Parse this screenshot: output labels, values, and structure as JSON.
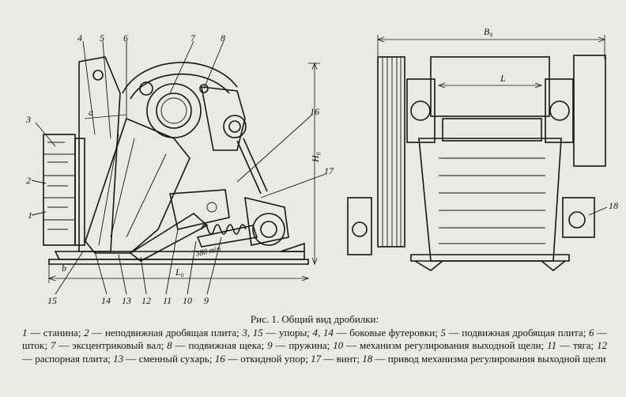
{
  "figure": {
    "labels": {
      "n1": "1",
      "n2": "2",
      "n3": "3",
      "n4": "4",
      "n5": "5",
      "n6": "6",
      "n7": "7",
      "n8": "8",
      "n9": "9",
      "n10": "10",
      "n11": "11",
      "n12": "12",
      "n13": "13",
      "n14": "14",
      "n15": "15",
      "n16": "16",
      "n17": "17",
      "n18": "18",
      "H0": "H₀",
      "L0": "L₀",
      "B0": "B₀",
      "L": "L",
      "a": "a",
      "b": "b",
      "rpm": "380 min"
    }
  },
  "caption": {
    "title": "Рис. 1. Общий вид дробилки:",
    "items": [
      {
        "num": "1",
        "text": "станина;"
      },
      {
        "num": "2",
        "text": "неподвижная дробящая плита;"
      },
      {
        "num": "3, 15",
        "text": "упоры;"
      },
      {
        "num": "4, 14",
        "text": "боковые футеровки;"
      },
      {
        "num": "5",
        "text": "подвижная дробящая плита;"
      },
      {
        "num": "6",
        "text": "шток;"
      },
      {
        "num": "7",
        "text": "эксцентриковый вал;"
      },
      {
        "num": "8",
        "text": "подвижная щека;"
      },
      {
        "num": "9",
        "text": "пружина;"
      },
      {
        "num": "10",
        "text": "механизм регулирования выходной щели;"
      },
      {
        "num": "11",
        "text": "тяга;"
      },
      {
        "num": "12",
        "text": "распорная плита;"
      },
      {
        "num": "13",
        "text": "сменный сухарь;"
      },
      {
        "num": "16",
        "text": "откидной упор;"
      },
      {
        "num": "17",
        "text": "винт;"
      },
      {
        "num": "18",
        "text": "привод механизма регулирования выходной щели"
      }
    ],
    "dash": "—"
  }
}
